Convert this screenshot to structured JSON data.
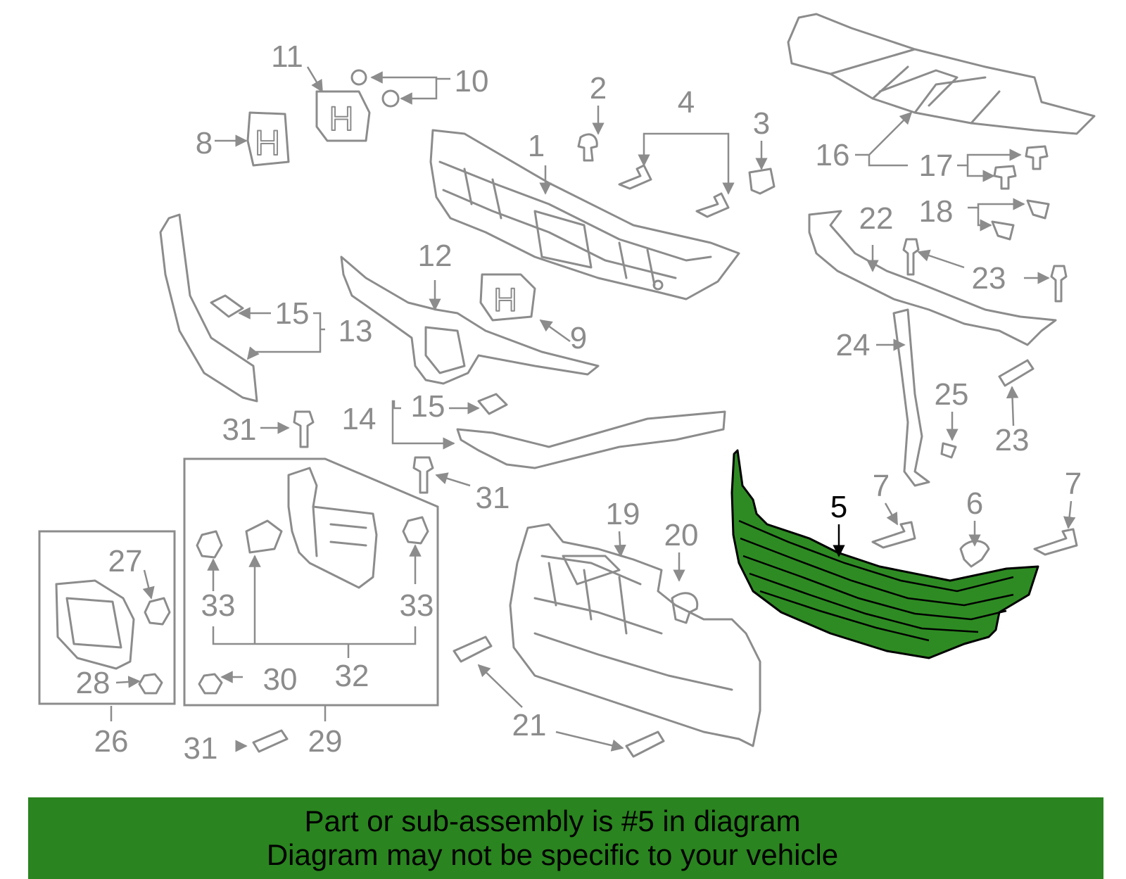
{
  "diagram": {
    "selected_part": "5",
    "callouts": [
      "1",
      "2",
      "3",
      "4",
      "5",
      "6",
      "7",
      "8",
      "9",
      "10",
      "11",
      "12",
      "13",
      "14",
      "15",
      "16",
      "17",
      "18",
      "19",
      "20",
      "21",
      "22",
      "23",
      "24",
      "25",
      "26",
      "27",
      "28",
      "29",
      "30",
      "31",
      "32",
      "33"
    ]
  },
  "banner": {
    "line1": "Part or sub-assembly is #5 in diagram",
    "line2": "Diagram may not be specific to your vehicle"
  },
  "colors": {
    "highlight": "#2e8b23",
    "banner": "#2a841f",
    "line": "#8c8c8c"
  }
}
